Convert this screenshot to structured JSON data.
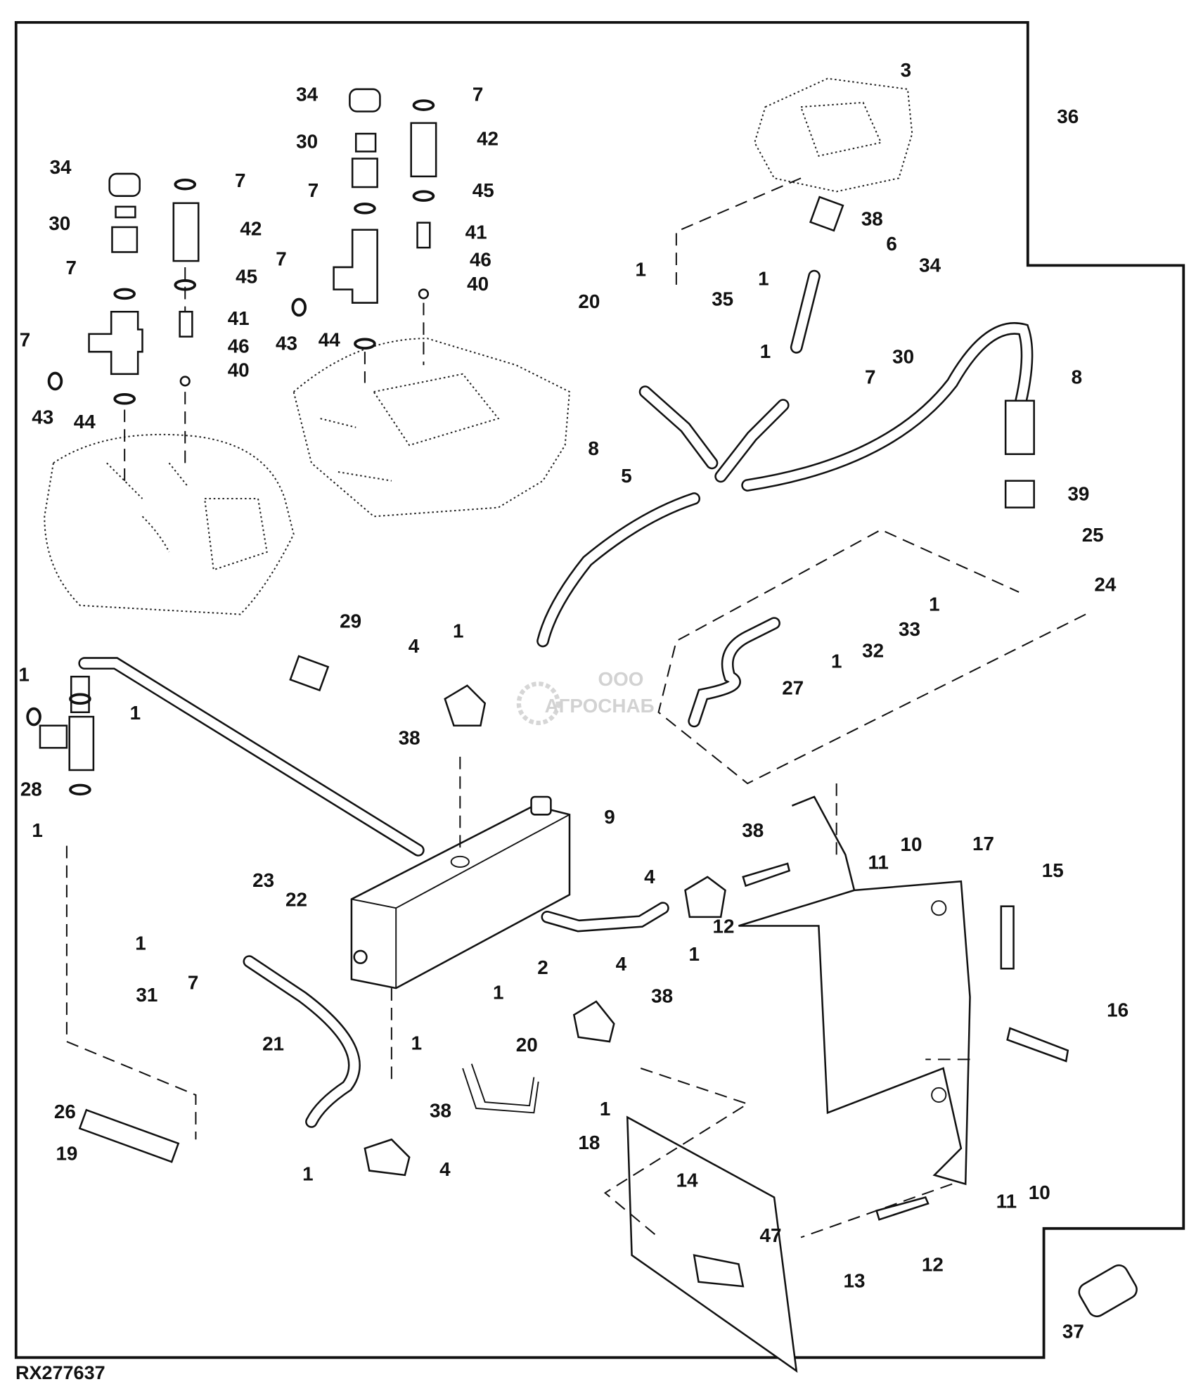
{
  "figure_id": "RX277637",
  "watermark": {
    "small": "ООО",
    "brand": "АГРОСНАБ"
  },
  "callouts": [
    "3",
    "36",
    "34",
    "7",
    "30",
    "42",
    "34",
    "7",
    "7",
    "45",
    "30",
    "42",
    "41",
    "7",
    "45",
    "46",
    "7",
    "40",
    "38",
    "6",
    "34",
    "1",
    "20",
    "35",
    "1",
    "30",
    "41",
    "46",
    "40",
    "7",
    "43",
    "44",
    "1",
    "7",
    "43",
    "44",
    "8",
    "8",
    "5",
    "39",
    "25",
    "24",
    "1",
    "33",
    "32",
    "1",
    "27",
    "29",
    "1",
    "4",
    "1",
    "1",
    "38",
    "28",
    "1",
    "9",
    "38",
    "10",
    "11",
    "17",
    "15",
    "4",
    "23",
    "22",
    "12",
    "1",
    "2",
    "1",
    "31",
    "7",
    "1",
    "20",
    "4",
    "38",
    "1",
    "16",
    "21",
    "38",
    "1",
    "18",
    "26",
    "19",
    "1",
    "4",
    "14",
    "47",
    "11",
    "10",
    "13",
    "12",
    "37"
  ]
}
